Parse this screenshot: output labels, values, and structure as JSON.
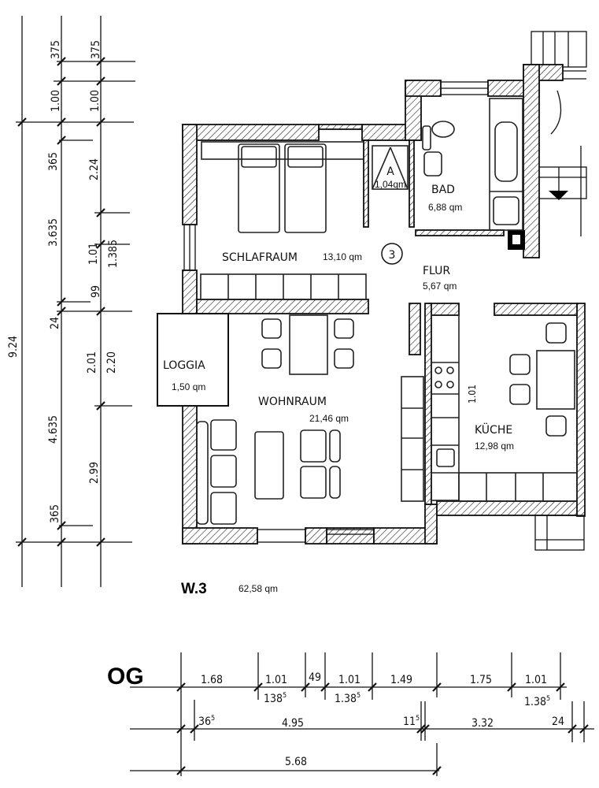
{
  "plan": {
    "unit_label": "W.3",
    "unit_area": "62,58 qm",
    "floor_label": "OG",
    "unit_number": "3"
  },
  "rooms": {
    "schlafraum": {
      "name": "SCHLAFRAUM",
      "area": "13,10 qm"
    },
    "abstell": {
      "name": "A",
      "area": "1,04qm"
    },
    "bad": {
      "name": "BAD",
      "area": "6,88 qm"
    },
    "flur": {
      "name": "FLUR",
      "area": "5,67 qm"
    },
    "loggia": {
      "name": "LOGGIA",
      "area": "1,50 qm"
    },
    "wohnraum": {
      "name": "WOHNRAUM",
      "area": "21,46 qm"
    },
    "kueche": {
      "name": "KÜCHE",
      "area": "12,98 qm"
    },
    "kueche_note": "1.01"
  },
  "dims_left": {
    "total": "9.24",
    "col1": [
      "375",
      "1.00",
      "365",
      "3.635",
      "24",
      "4.635",
      "365"
    ],
    "col2": [
      "375",
      "1.00",
      "2.24",
      "1.01",
      "1.385",
      "99",
      "2.01",
      "2.20",
      "2.99"
    ]
  },
  "dims_bottom": {
    "row1": [
      "1.68",
      "1.01",
      "49",
      "1.01",
      "1.49",
      "1.75",
      "1.01"
    ],
    "row1_sub": [
      "138",
      "5",
      "1.38",
      "5",
      "1.38",
      "5"
    ],
    "row2": [
      "36",
      "5",
      "4.95",
      "11",
      "5",
      "3.32",
      "24"
    ],
    "row3": [
      "5.68"
    ]
  }
}
